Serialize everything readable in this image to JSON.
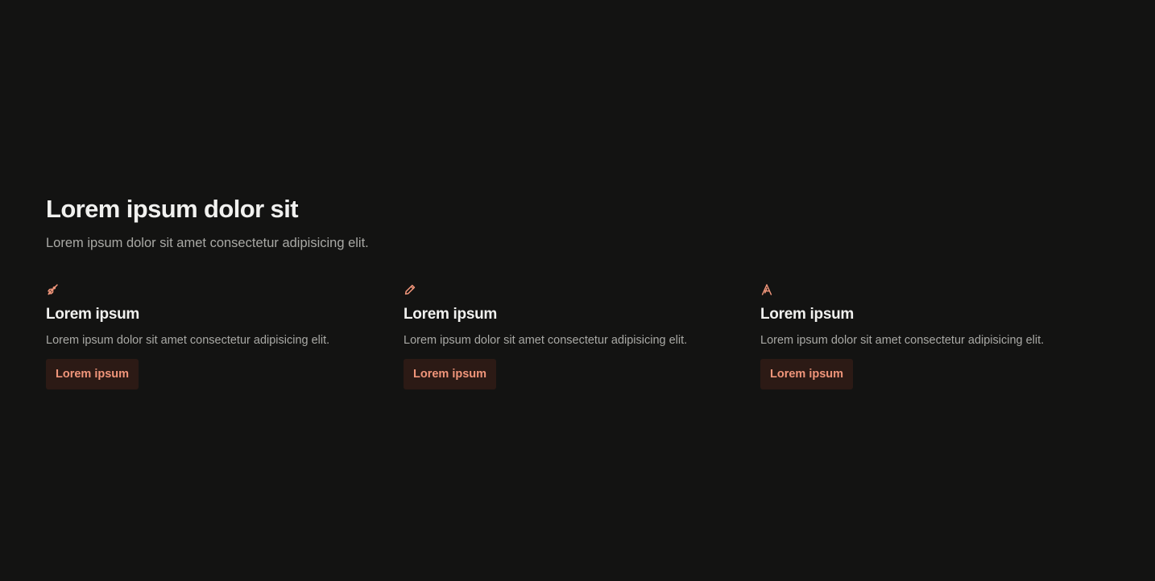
{
  "hero": {
    "title": "Lorem ipsum dolor sit",
    "subtitle": "Lorem ipsum dolor sit amet consectetur adipisicing elit."
  },
  "colors": {
    "background": "#131312",
    "heading": "#f1f1ef",
    "body_text": "#a9a9a5",
    "accent": "#f0957a",
    "button_background": "#2c1a15"
  },
  "features": [
    {
      "icon": "rocket-icon",
      "title": "Lorem ipsum",
      "text": "Lorem ipsum dolor sit amet consectetur adipisicing elit.",
      "button_label": "Lorem ipsum"
    },
    {
      "icon": "pencil-icon",
      "title": "Lorem ipsum",
      "text": "Lorem ipsum dolor sit amet consectetur adipisicing elit.",
      "button_label": "Lorem ipsum"
    },
    {
      "icon": "drafting-compass-icon",
      "title": "Lorem ipsum",
      "text": "Lorem ipsum dolor sit amet consectetur adipisicing elit.",
      "button_label": "Lorem ipsum"
    }
  ]
}
